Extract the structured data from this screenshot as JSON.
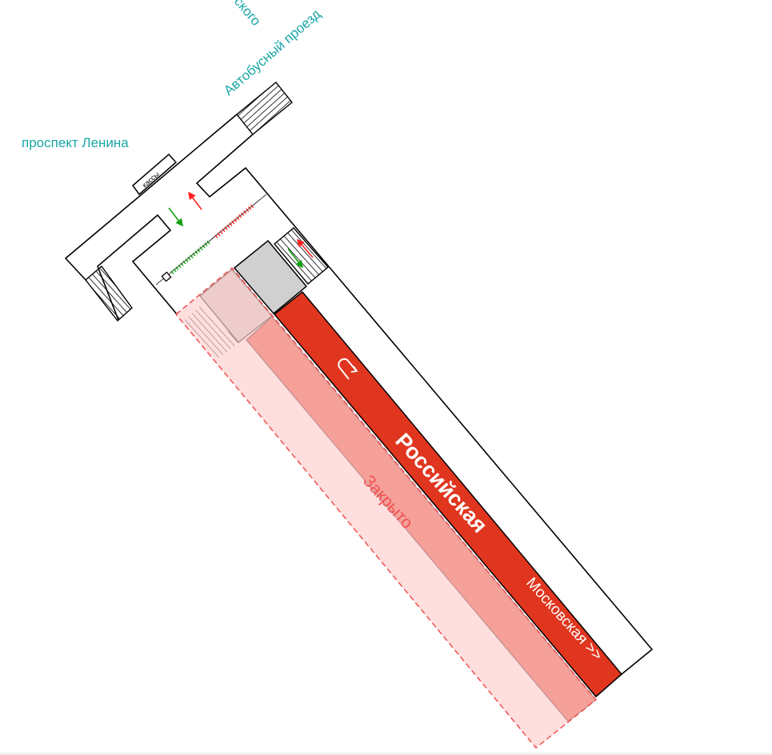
{
  "streets": {
    "lenina": "проспект Ленина",
    "bus": "Автобусный проезд",
    "partial": "ского"
  },
  "station": {
    "name": "Российская",
    "direction": "Московская >>",
    "closed_label": "Закрыто",
    "cashier_label": "кассы"
  },
  "icons": {
    "turnaround": "u-turn-icon",
    "entry_arrow": "green-arrow-icon",
    "exit_arrow": "red-arrow-icon"
  },
  "colors": {
    "line": "#e0361f",
    "closed_fill": "#ffdcdc",
    "closed_border": "#f05050",
    "street_text": "#1aa6a6",
    "entry": "#10a010",
    "exit": "#ff2020"
  }
}
